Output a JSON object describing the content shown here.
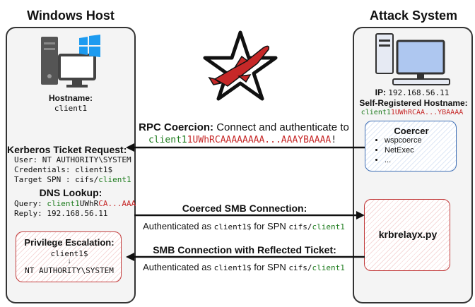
{
  "host": {
    "title": "Windows Host",
    "hostname_label": "Hostname:",
    "hostname_value": "client1",
    "kerberos_title": "Kerberos Ticket Request:",
    "kerberos_user": "User: NT AUTHORITY\\SYSTEM",
    "kerberos_credentials": "Credentials: client1$",
    "kerberos_spn_prefix": "Target SPN : cifs/",
    "kerberos_spn_host": "client1",
    "dns_title": "DNS Lookup:",
    "dns_query_prefix": "Query: ",
    "dns_query_green": "client1",
    "dns_query_red1": "UWhR",
    "dns_query_red2": "CA...AAA",
    "dns_reply": "Reply: 192.168.56.11",
    "privesc_title": "Privilege Escalation:",
    "privesc_from": "client1$",
    "privesc_arrow": "↓",
    "privesc_to": "NT AUTHORITY\\SYSTEM"
  },
  "attacker": {
    "title": "Attack System",
    "ip_label": "IP:",
    "ip_value": "192.168.56.11",
    "self_reg_label": "Self-Registered Hostname:",
    "self_reg_green": "client1",
    "self_reg_red": "1UWhRCAA...YBAAAA",
    "coercer_title": "Coercer",
    "coercer_items": [
      "wspcoerce",
      "NetExec",
      "..."
    ],
    "krbrelayx": "krbrelayx.py"
  },
  "arrows": {
    "rpc_bold": "RPC Coercion:",
    "rpc_text": "Connect and authenticate to",
    "rpc_host_green": "client1",
    "rpc_host_red": "1UWhRCAAAAAAAA...AAAYBAAAA",
    "rpc_end": "!",
    "smb1_title": "Coerced SMB Connection:",
    "smb1_auth": "Authenticated as",
    "smb1_account": "client1$",
    "smb1_for": "for SPN",
    "smb1_spn_prefix": "cifs/",
    "smb1_spn_host": "client1",
    "smb2_title": "SMB Connection with Reflected Ticket:",
    "smb2_auth": "Authenticated as",
    "smb2_account": "client1$",
    "smb2_for": "for SPN",
    "smb2_spn_prefix": "cifs/",
    "smb2_spn_host": "client1"
  },
  "colors": {
    "accent_red": "#c62828",
    "accent_green": "#1b7a1b",
    "accent_blue": "#3f6fb5",
    "windows_blue": "#1d9bf0"
  }
}
